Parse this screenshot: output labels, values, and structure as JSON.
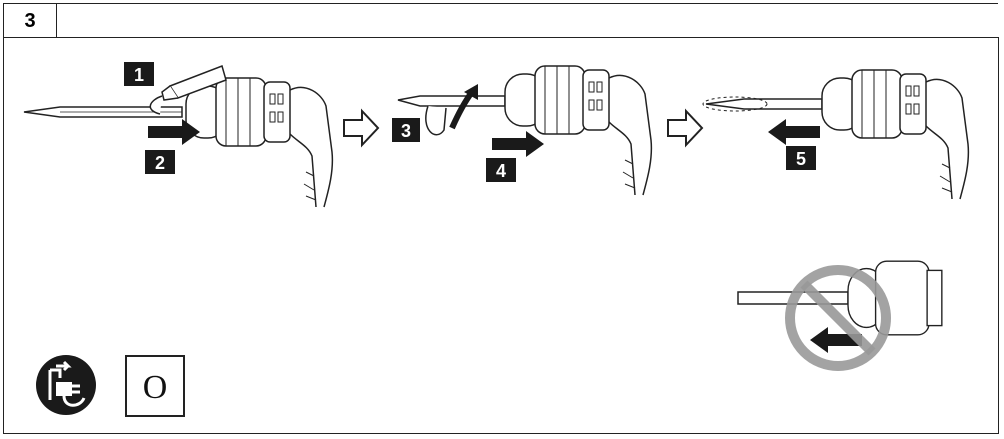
{
  "figure_number": "3",
  "steps": [
    {
      "num": "1"
    },
    {
      "num": "2"
    },
    {
      "num": "3"
    },
    {
      "num": "4"
    },
    {
      "num": "5"
    }
  ],
  "switch_position": "O",
  "colors": {
    "line": "#222222",
    "prohibit": "#999999",
    "fill_dark": "#1a1a1a"
  },
  "icons": [
    "unplug-icon",
    "switch-off-icon",
    "prohibited-icon",
    "arrow-right-outline-icon",
    "arrow-right-icon",
    "arrow-left-icon"
  ]
}
